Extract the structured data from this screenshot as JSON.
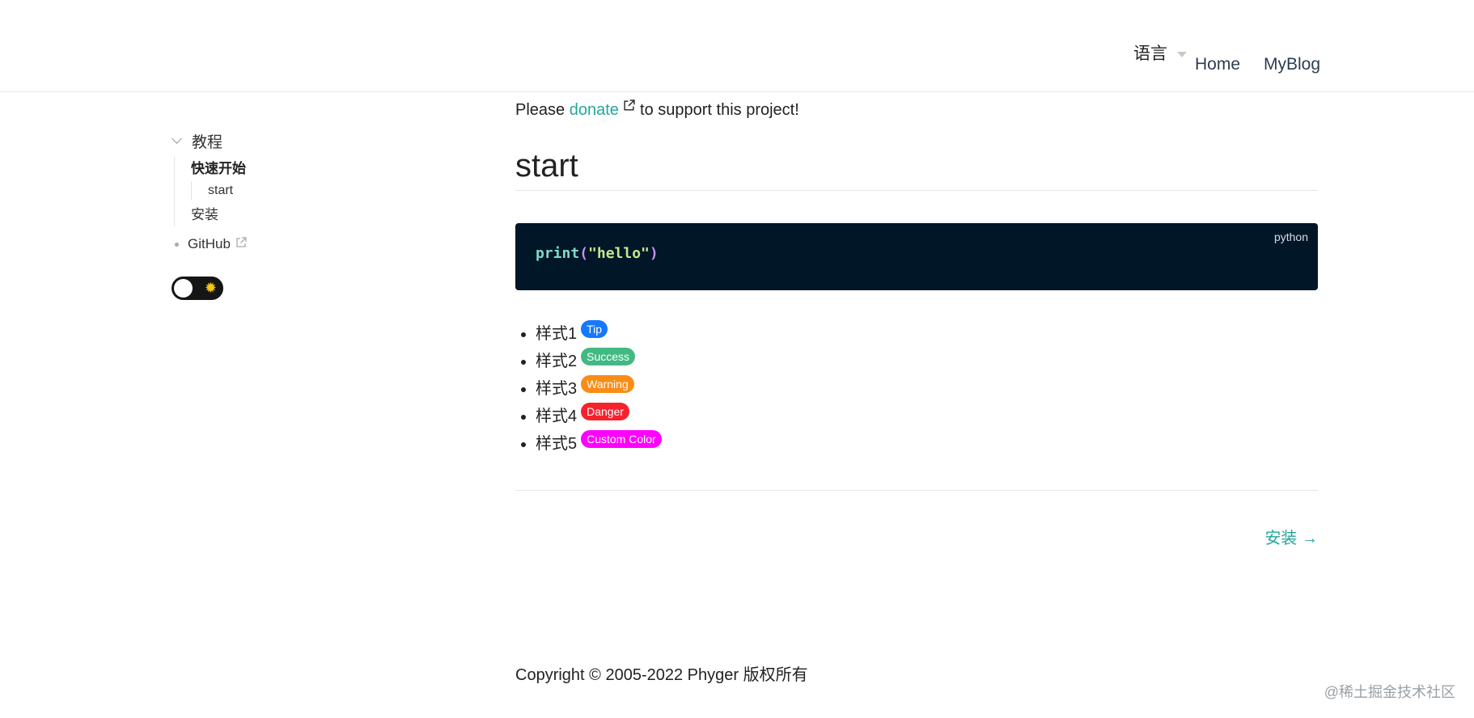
{
  "header": {
    "language_label": "语言",
    "nav": [
      {
        "label": "Home"
      },
      {
        "label": "MyBlog"
      }
    ]
  },
  "sidebar": {
    "group_label": "教程",
    "items": [
      {
        "label": "快速开始",
        "active": true,
        "children": [
          {
            "label": "start"
          }
        ]
      },
      {
        "label": "安装"
      }
    ],
    "github_label": "GitHub"
  },
  "theme_toggle": {
    "icon": "sun-icon",
    "state": "light"
  },
  "main": {
    "donate_prefix": "Please",
    "donate_link": "donate",
    "donate_suffix": "to support this project!",
    "title": "start",
    "code": {
      "language": "python",
      "fn": "print",
      "open": "(",
      "string": "\"hello\"",
      "close": ")"
    },
    "style_items": [
      {
        "label": "样式1",
        "badge": "Tip",
        "color": "#1677ff"
      },
      {
        "label": "样式2",
        "badge": "Success",
        "color": "#42b983"
      },
      {
        "label": "样式3",
        "badge": "Warning",
        "color": "#fa8c16"
      },
      {
        "label": "样式4",
        "badge": "Danger",
        "color": "#f5222d"
      },
      {
        "label": "样式5",
        "badge": "Custom Color",
        "color": "#ff00ff"
      }
    ],
    "next_link": "安装 →"
  },
  "footer": {
    "copyright": "Copyright © 2005-2022 Phyger 版权所有"
  },
  "watermark": "@稀土掘金技术社区",
  "colors": {
    "accent": "#26a69a",
    "code_bg": "#011627"
  }
}
